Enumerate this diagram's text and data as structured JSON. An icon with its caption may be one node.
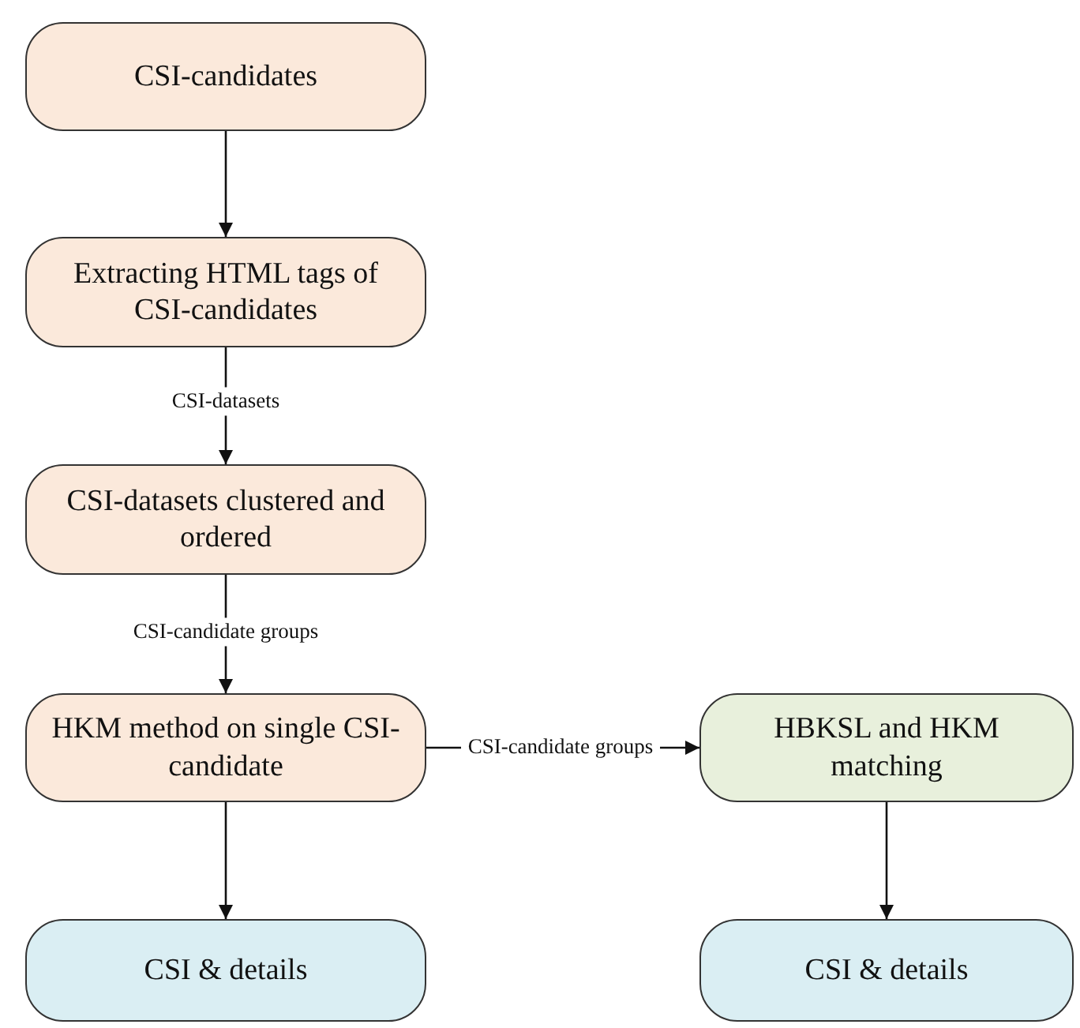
{
  "diagram": {
    "nodes": [
      {
        "text": [
          "CSI-candidates"
        ]
      },
      {
        "text": [
          "Extracting HTML tags of CSI-candidates"
        ]
      },
      {
        "text": [
          "CSI-datasets clustered and ordered"
        ]
      },
      {
        "text": [
          "HKM method on single CSI-candidate"
        ]
      },
      {
        "text": [
          "CSI & details"
        ]
      },
      {
        "text": [
          "HBKSL and HKM matching"
        ]
      },
      {
        "text": [
          "CSI & details"
        ]
      }
    ],
    "edges": [
      {
        "from": 0,
        "to": 1,
        "arrow": "to"
      },
      {
        "from": 1,
        "to": 2,
        "arrow": "to",
        "label": "CSI-datasets"
      },
      {
        "from": 2,
        "to": 3,
        "arrow": "to",
        "label": "CSI-candidate groups"
      },
      {
        "from": 3,
        "to": 5,
        "arrow": "to",
        "label": "CSI-candidate groups"
      },
      {
        "from": 3,
        "to": 4,
        "arrow": "to"
      },
      {
        "from": 5,
        "to": 6,
        "arrow": "to"
      }
    ]
  }
}
